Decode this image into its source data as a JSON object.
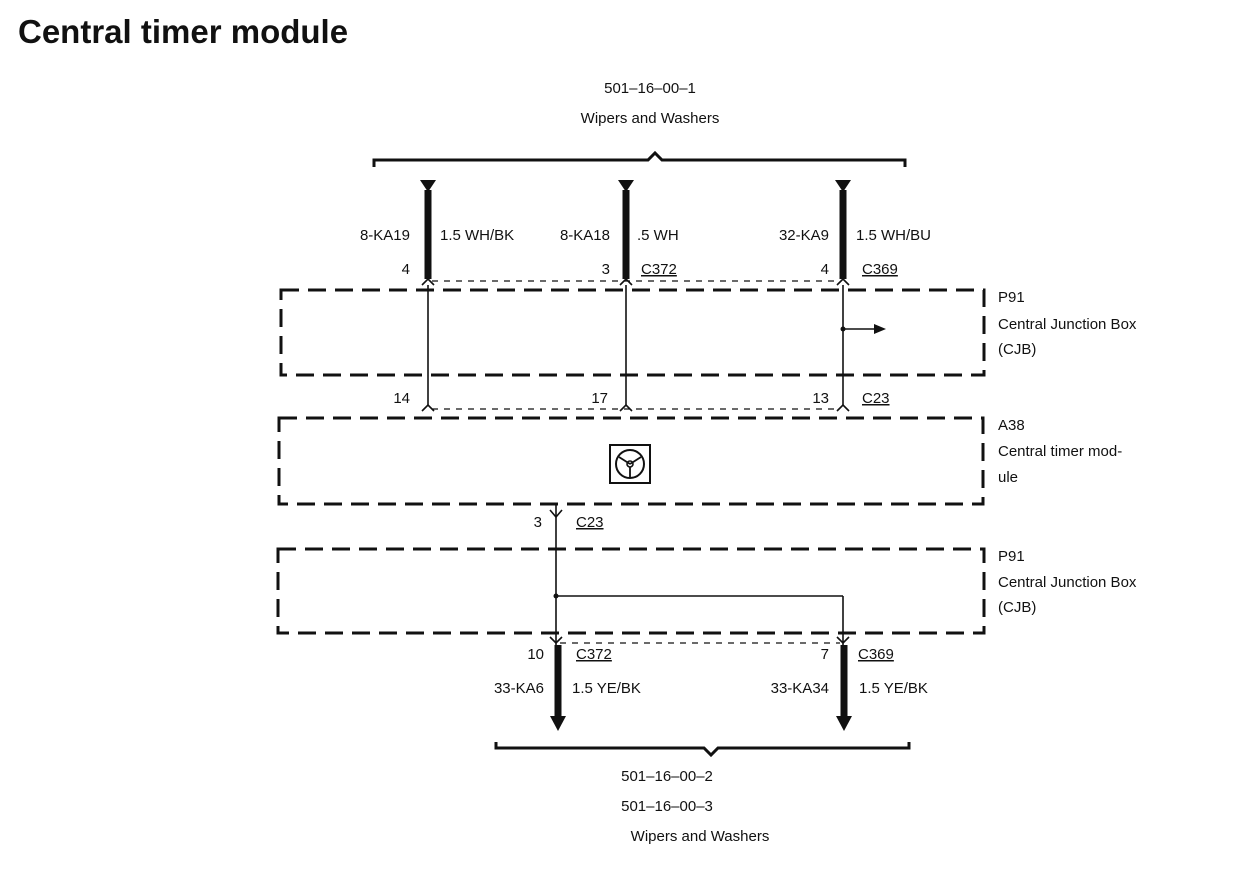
{
  "page_title": "Central timer module",
  "top_reference": {
    "code": "501–16–00–1",
    "name": "Wipers and Washers"
  },
  "bottom_reference": {
    "code1": "501–16–00–2",
    "code2": "501–16–00–3",
    "name": "Wipers and Washers"
  },
  "input_wires": [
    {
      "circuit": "8-KA19",
      "spec": "1.5 WH/BK",
      "pin": "4",
      "connector": ""
    },
    {
      "circuit": "8-KA18",
      "spec": ".5 WH",
      "pin": "3",
      "connector": "C372"
    },
    {
      "circuit": "32-KA9",
      "spec": "1.5 WH/BU",
      "pin": "4",
      "connector": "C369"
    }
  ],
  "cjb_upper": {
    "id": "P91",
    "line1": "Central Junction Box",
    "line2": "(CJB)"
  },
  "module_pins": [
    {
      "pin": "14"
    },
    {
      "pin": "17"
    },
    {
      "pin": "13",
      "connector": "C23"
    }
  ],
  "module": {
    "id": "A38",
    "line1": "Central timer mod-",
    "line2": "ule",
    "icon": "steering-wheel-icon"
  },
  "module_output": {
    "pin": "3",
    "connector": "C23"
  },
  "cjb_lower": {
    "id": "P91",
    "line1": "Central Junction Box",
    "line2": "(CJB)"
  },
  "output_wires": [
    {
      "pin": "10",
      "connector": "C372",
      "circuit": "33-KA6",
      "spec": "1.5 YE/BK"
    },
    {
      "pin": "7",
      "connector": "C369",
      "circuit": "33-KA34",
      "spec": "1.5 YE/BK"
    }
  ]
}
